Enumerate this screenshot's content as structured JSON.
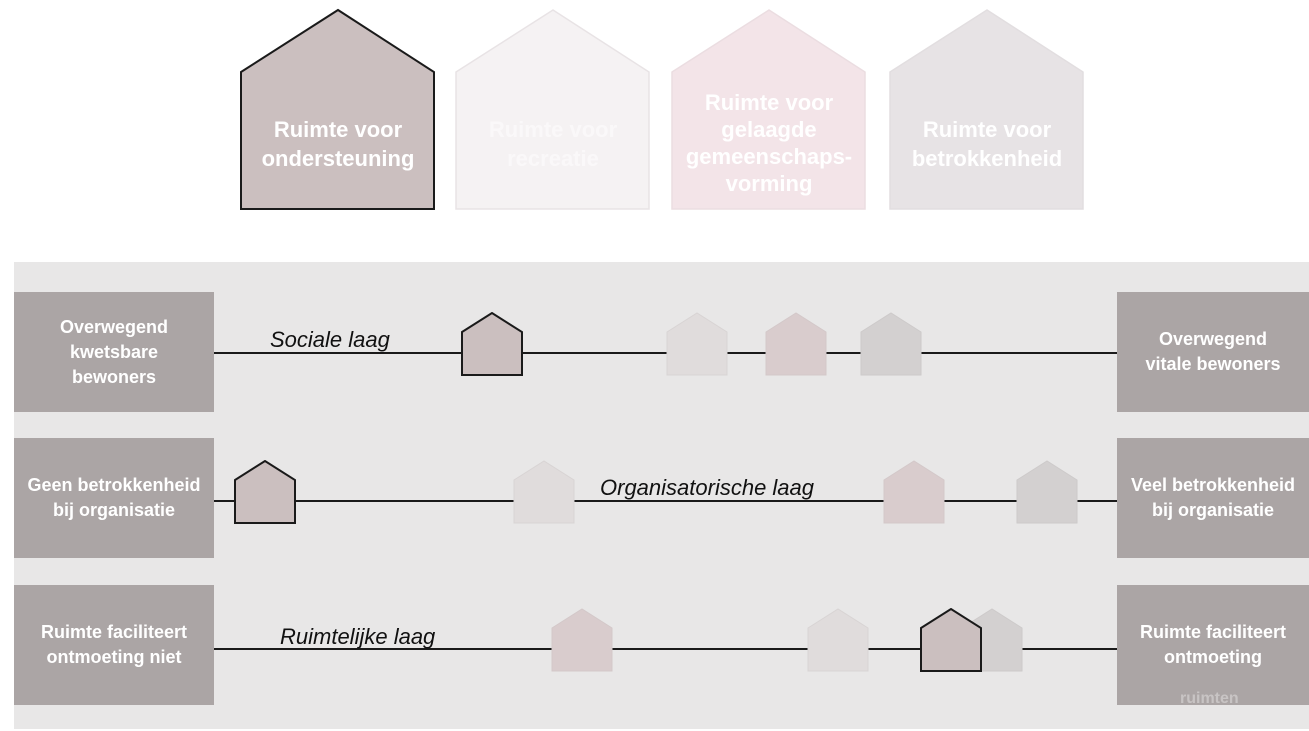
{
  "colors": {
    "band_background": "#e8e7e7",
    "side_box": "#aba5a5",
    "house_ondersteuning": "#cbbfbf",
    "house_recreatie": "#f5f2f3",
    "house_gemeenschap": "#f3e4e8",
    "house_betrokkenheid": "#e7e3e5",
    "layer_line": "#1a1a1a"
  },
  "houses": [
    {
      "label": "Ruimte voor\nondersteuning",
      "icon": "house-icon",
      "state": "active"
    },
    {
      "label": "Ruimte voor\nrecreatie",
      "icon": "house-icon",
      "state": "faded"
    },
    {
      "label": "Ruimte voor\ngelaagde\ngemeenschaps-\nvorming",
      "icon": "house-icon",
      "state": "faded"
    },
    {
      "label": "Ruimte voor\nbetrokkenheid",
      "icon": "house-icon",
      "state": "faded"
    }
  ],
  "layers": [
    {
      "name": "Sociale laag",
      "left_label": "Overwegend\nkwetsbare\nbewoners",
      "right_label": "Overwegend\nvitale bewoners"
    },
    {
      "name": "Organisatorische laag",
      "left_label": "Geen betrokkenheid\nbij organisatie",
      "right_label": "Veel betrokkenheid\nbij organisatie"
    },
    {
      "name": "Ruimtelijke laag",
      "left_label": "Ruimte faciliteert\nontmoeting niet",
      "right_label": "Ruimte faciliteert\nontmoeting"
    }
  ],
  "hidden_text": "ruimten"
}
